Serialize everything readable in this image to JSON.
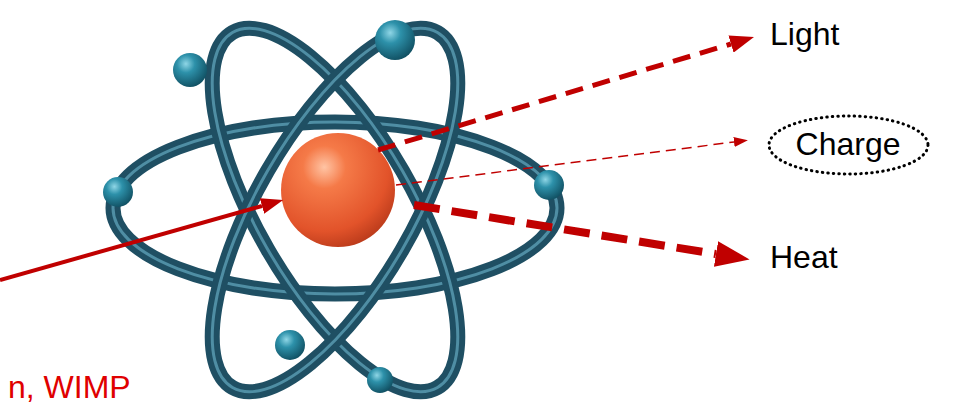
{
  "diagram": {
    "nodes": [
      {
        "text": [
          "Charge"
        ]
      }
    ],
    "labels": [
      "Light",
      "Heat",
      "n, WIMP"
    ]
  }
}
